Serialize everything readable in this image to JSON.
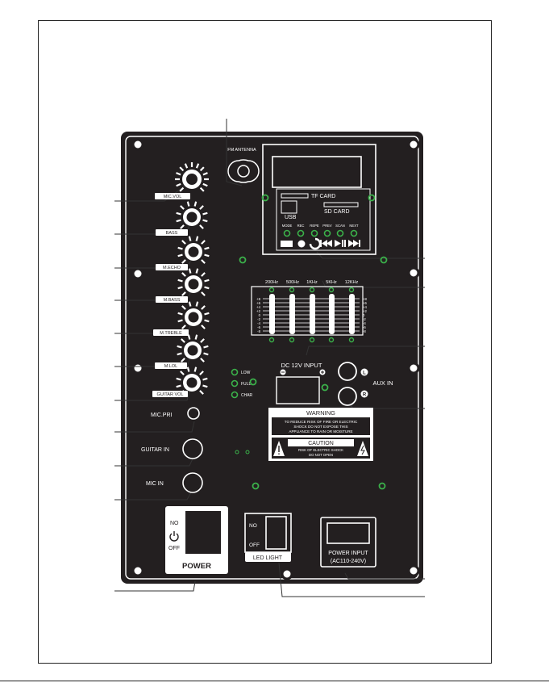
{
  "panel": {
    "fm_antenna": "FM ANTENNA",
    "knobs": [
      "MIC.VOL",
      "BASS",
      "M.ECHO",
      "M.BASS",
      "M.TREBLE",
      "M.LOL",
      "GUITAR VOL"
    ],
    "tf_card": "TF CARD",
    "sd_card": "SD CARD",
    "usb": "USB",
    "player_buttons": [
      "MODE",
      "REC",
      "REPE",
      "PREV",
      "SCAN",
      "NEXT"
    ],
    "eq_bands": [
      "200Hz",
      "500Hz",
      "1KHz",
      "5KHz",
      "12KHz"
    ],
    "eq_scale": [
      "+8",
      "+6",
      "+4",
      "+2",
      "0",
      "-2",
      "-4",
      "-6",
      "-8"
    ],
    "dc_input": "DC 12V INPUT",
    "indicators": [
      "LOW",
      "FULL",
      "CHAR"
    ],
    "aux_in": "AUX IN",
    "aux_left": "L",
    "aux_right": "R",
    "mic_pri": "MIC.PRI",
    "guitar_in": "GUITAR IN",
    "mic_in": "MIC IN",
    "warning_title": "WARNING",
    "warning_lines": [
      "TO REDUCE RISK OF FIRE OR ELECTRIC",
      "SHOCK DO NOT EXPOSE THIS",
      "APPLIANCE TO RAIN OR MOISTURE"
    ],
    "caution_title": "CAUTION",
    "caution_lines": [
      "RISK OF ELECTRIC SHOCK",
      "DO NOT OPEN"
    ],
    "power_on": "NO",
    "power_off": "OFF",
    "power_label": "POWER",
    "led_on": "NO",
    "led_off": "OFF",
    "led_label": "LED LIGHT",
    "power_input_line1": "POWER INPUT",
    "power_input_line2": "(AC110-240V)"
  }
}
